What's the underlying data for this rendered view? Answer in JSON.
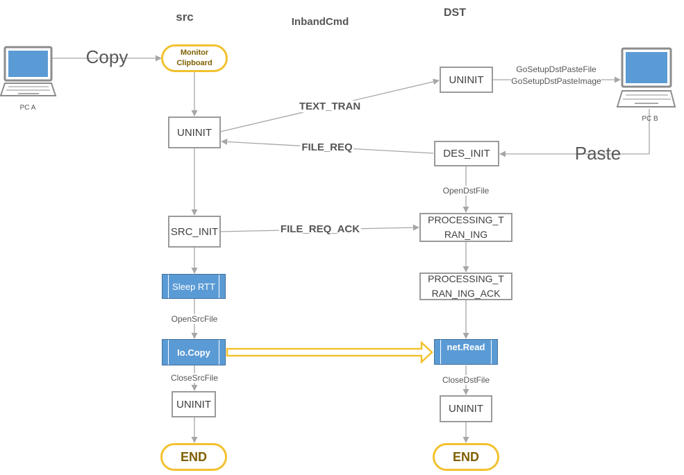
{
  "headers": {
    "src": "src",
    "inband": "InbandCmd",
    "dst": "DST"
  },
  "computers": {
    "a_label": "PC A",
    "b_label": "PC B"
  },
  "src_nodes": {
    "monitor": "Monitor Clipboard",
    "uninit": "UNINIT",
    "src_init": "SRC_INIT",
    "sleep": "Sleep RTT",
    "io_copy": "Io.Copy",
    "uninit_end": "UNINIT",
    "end": "END"
  },
  "dst_nodes": {
    "uninit": "UNINIT",
    "des_init": "DES_INIT",
    "processing": "PROCESSING_TRAN_ING",
    "processing_ack": "PROCESSING_TRAN_ING_ACK",
    "net_read": "net.Read",
    "uninit_end": "UNINIT",
    "end": "END"
  },
  "edges": {
    "copy": "Copy",
    "paste": "Paste",
    "text_tran": "TEXT_TRAN",
    "file_req": "FILE_REQ",
    "file_req_ack": "FILE_REQ_ACK",
    "go_setup_file": "GoSetupDstPasteFile",
    "go_setup_image": "GoSetupDstPasteImage",
    "open_dst_file": "OpenDstFile",
    "open_src_file": "OpenSrcFile",
    "close_src_file": "CloseSrcFile",
    "close_dst_file": "CloseDstFile"
  },
  "colors": {
    "process_fill": "#5b9bd5",
    "terminal_border": "#f2c12e",
    "terminal_text": "#7f6000",
    "line": "#a6a6a6"
  }
}
